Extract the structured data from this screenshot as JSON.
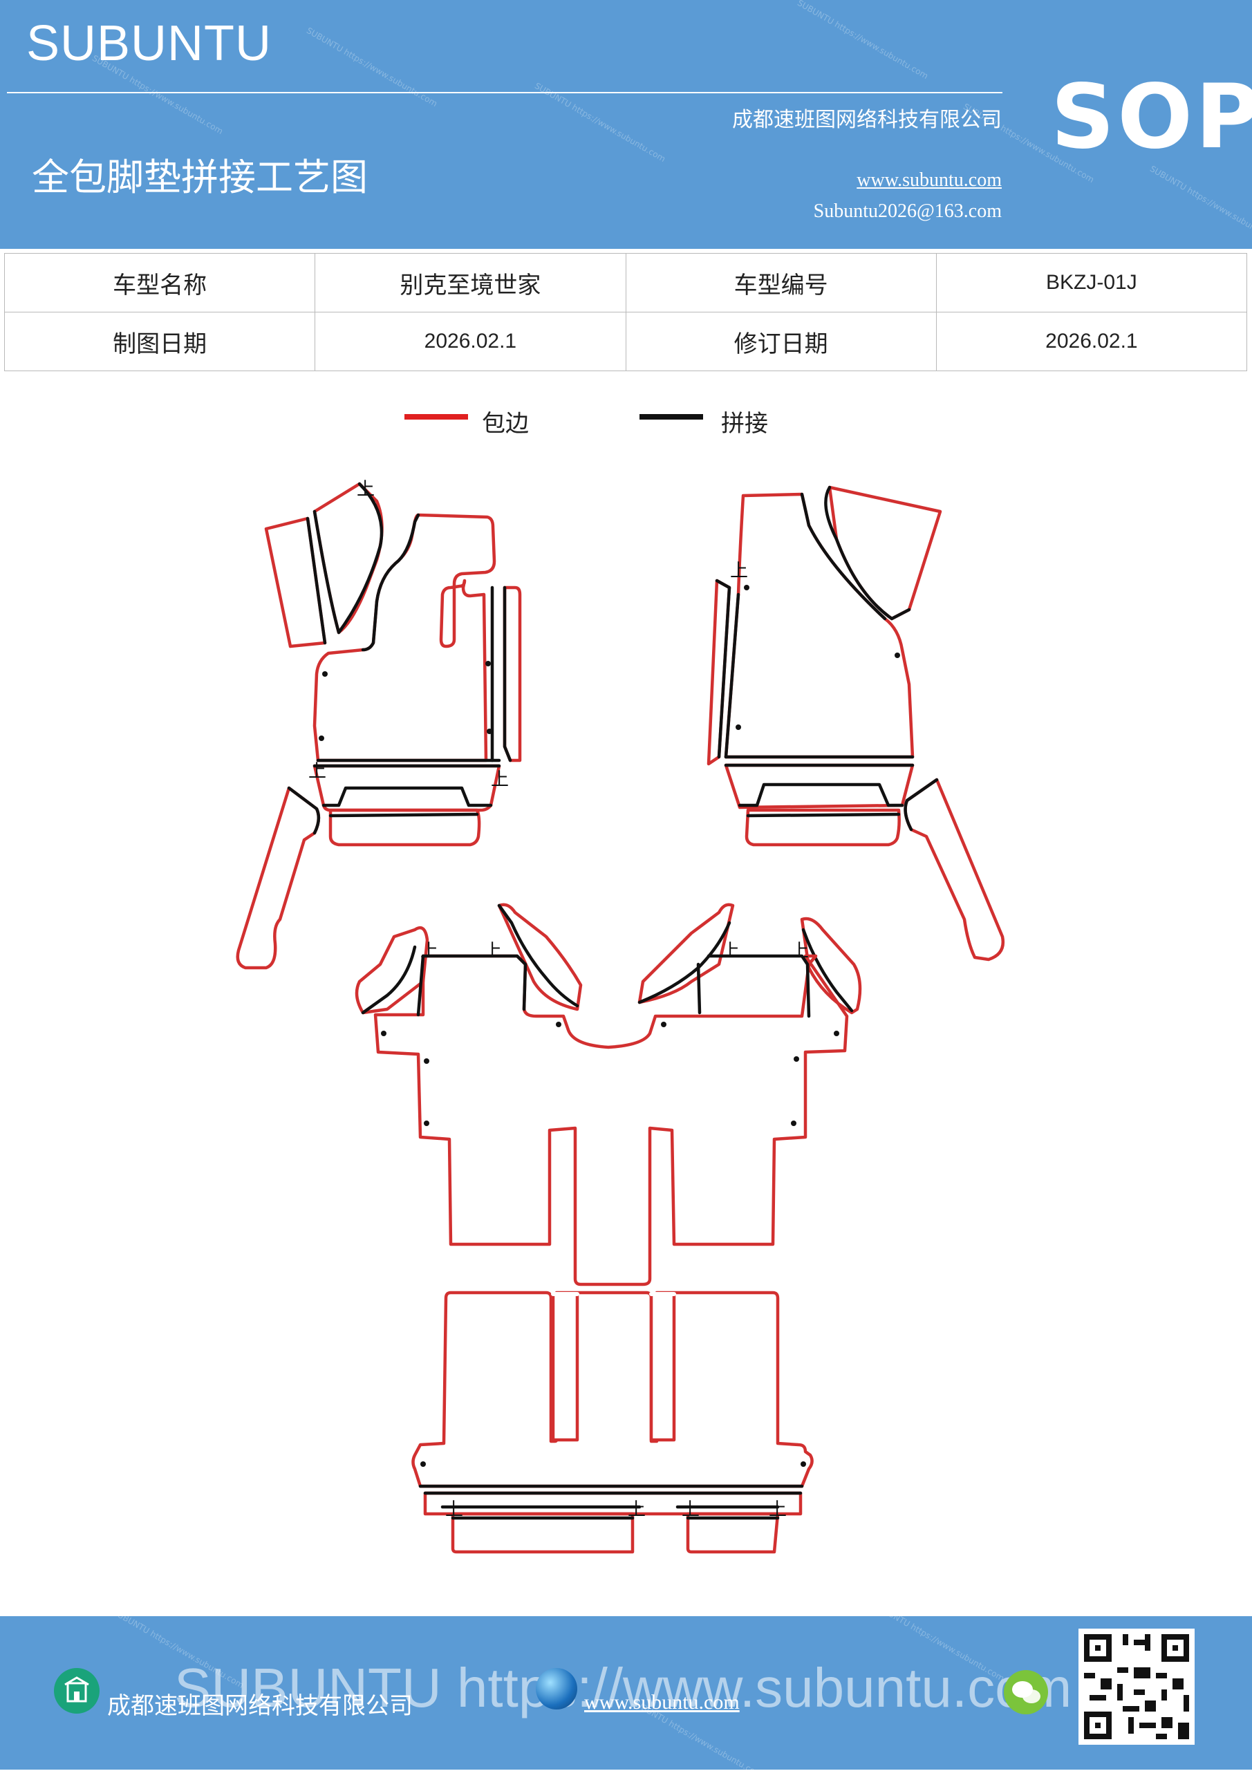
{
  "header": {
    "brand": "SUBUNTU",
    "company": "成都速班图网络科技有限公司",
    "title": "全包脚垫拼接工艺图",
    "website": "www.subuntu.com",
    "email": "Subuntu2026@163.com",
    "badge": "SOP",
    "watermark": "SUBUNTU https://www.subuntu.com"
  },
  "info_table": {
    "rows": [
      [
        "车型名称",
        "别克至境世家",
        "车型编号",
        "BKZJ-01J"
      ],
      [
        "制图日期",
        "2026.02.1",
        "修订日期",
        "2026.02.1"
      ]
    ]
  },
  "legend": {
    "items": [
      {
        "label": "包边",
        "color": "#e02020"
      },
      {
        "label": "拼接",
        "color": "#111111"
      }
    ]
  },
  "drawing": {
    "stitch_mark": "上",
    "colors": {
      "edge": "#d23030",
      "seam": "#111111"
    }
  },
  "footer": {
    "company": "成都速班图网络科技有限公司",
    "website": "www.subuntu.com",
    "watermark_big": "SUBUNTU https://www.subuntu.com",
    "icons": [
      "building-icon",
      "globe-icon",
      "wechat-icon",
      "qr-code"
    ]
  }
}
